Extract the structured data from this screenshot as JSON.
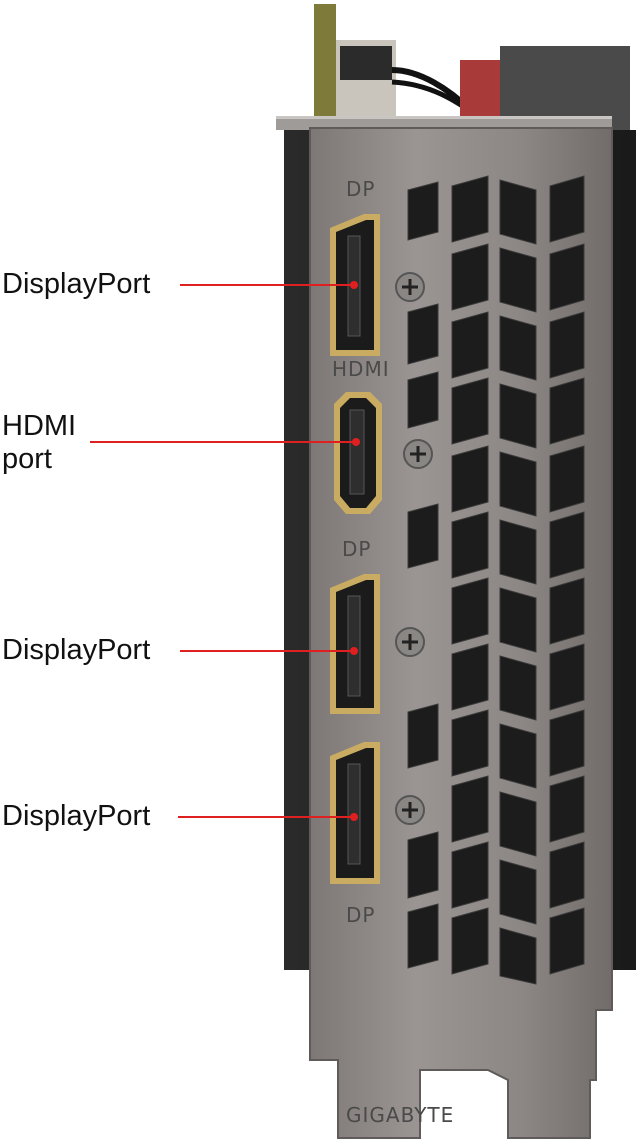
{
  "callouts": {
    "dp1": "DisplayPort",
    "hdmi": "HDMI\nport",
    "dp2": "DisplayPort",
    "dp3": "DisplayPort"
  },
  "silkscreen": {
    "dp_top": "DP",
    "hdmi": "HDMI",
    "dp_mid": "DP",
    "dp_bottom": "DP",
    "tab": "GIGABYTE"
  },
  "colors": {
    "bracket": "#8f8a87",
    "leader": "#e02020",
    "connector_gold": "#c9ac62"
  }
}
